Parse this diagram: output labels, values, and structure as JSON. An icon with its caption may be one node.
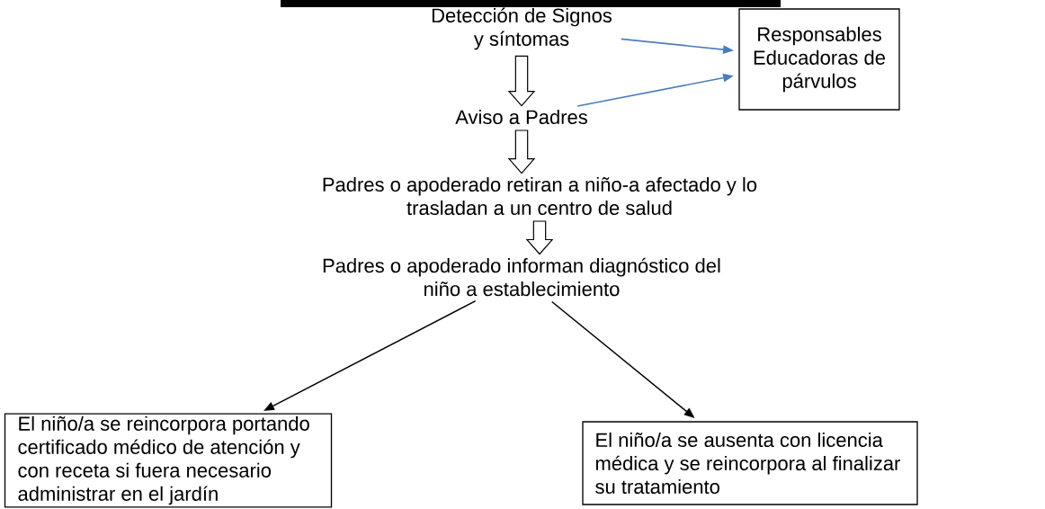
{
  "diagram": {
    "nodes": [
      {
        "text": [
          "Detección de Signos y síntomas"
        ]
      },
      {
        "text": [
          "Responsables Educadoras de párvulos"
        ]
      },
      {
        "text": [
          "Aviso a Padres"
        ]
      },
      {
        "text": [
          "Padres o apoderado retiran a niño-a afectado y lo trasladan a un centro de salud"
        ]
      },
      {
        "text": [
          "Padres o apoderado informan diagnóstico del niño a establecimiento"
        ]
      },
      {
        "text": [
          "El niño/a se reincorpora portando certificado médico de atención y con receta si fuera necesario administrar en el jardín"
        ]
      },
      {
        "text": [
          "El niño/a se ausenta con licencia médica y se reincorpora al finalizar su tratamiento"
        ]
      }
    ],
    "edges": [
      {
        "from": 0,
        "to": 1,
        "arrow": "to",
        "color": "#4a7ebb"
      },
      {
        "from": 0,
        "to": 2,
        "arrow": "to",
        "style": "thick"
      },
      {
        "from": 2,
        "to": 1,
        "arrow": "to",
        "color": "#4a7ebb"
      },
      {
        "from": 2,
        "to": 3,
        "arrow": "to",
        "style": "thick"
      },
      {
        "from": 3,
        "to": 4,
        "arrow": "to",
        "style": "thick"
      },
      {
        "from": 4,
        "to": 5,
        "arrow": "to",
        "color": "#000000"
      },
      {
        "from": 4,
        "to": 6,
        "arrow": "to",
        "color": "#000000"
      }
    ]
  }
}
